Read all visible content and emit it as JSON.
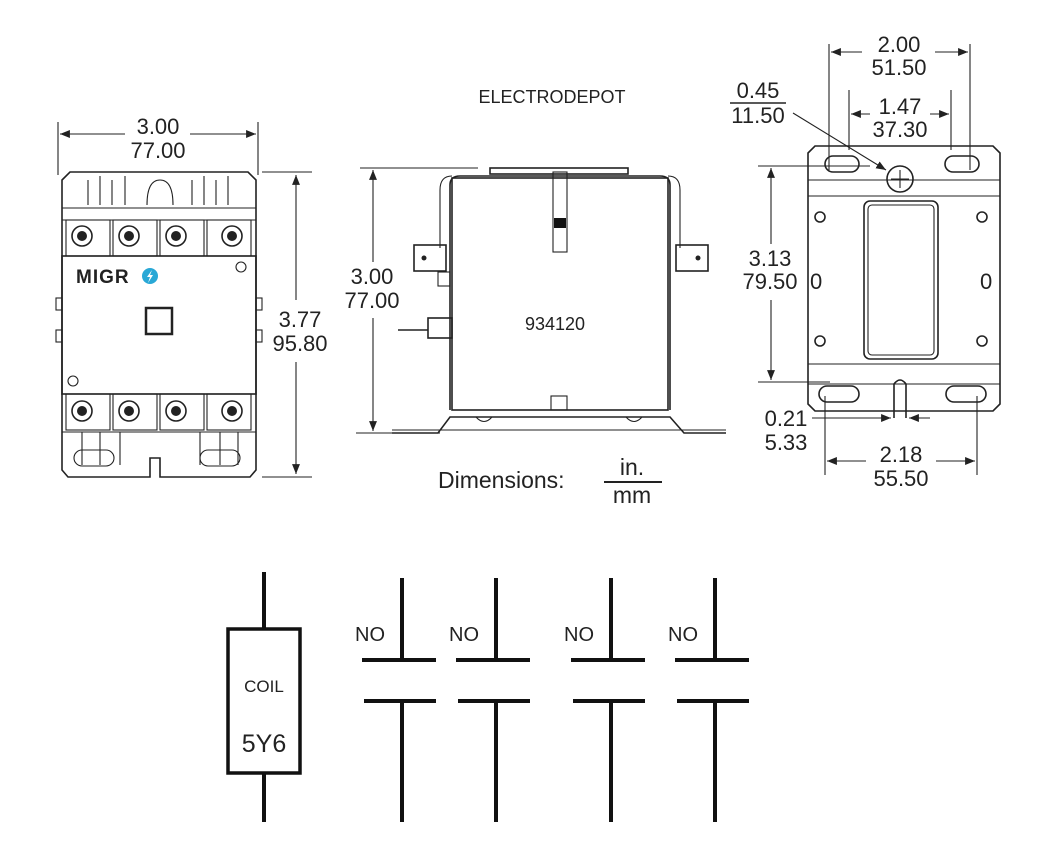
{
  "brand": {
    "watermark": "ELECTRODEPOT",
    "logo_text": "MIGR",
    "logo_accent_color": "#29a8d6",
    "logo_icon": "bolt-icon"
  },
  "front_view": {
    "width_in": "3.00",
    "width_mm": "77.00",
    "height_in": "3.77",
    "height_mm": "95.80"
  },
  "side_view": {
    "height_in": "3.00",
    "height_mm": "77.00",
    "part_number": "934120"
  },
  "dimensions_legend": {
    "label": "Dimensions:",
    "numerator": "in.",
    "denominator": "mm"
  },
  "base_view": {
    "outer_slot_in": "2.00",
    "outer_slot_mm": "51.50",
    "inner_slot_in": "1.47",
    "inner_slot_mm": "37.30",
    "keyhole_in": "0.45",
    "keyhole_mm": "11.50",
    "height_in": "3.13",
    "height_mm": "79.50",
    "side_mark_left": "0",
    "side_mark_right": "0",
    "gap_in": "0.21",
    "gap_mm": "5.33",
    "bottom_slot_in": "2.18",
    "bottom_slot_mm": "55.50"
  },
  "schematic": {
    "coil_label": "COIL",
    "coil_code": "5Y6",
    "contacts": [
      {
        "label": "NO"
      },
      {
        "label": "NO"
      },
      {
        "label": "NO"
      },
      {
        "label": "NO"
      }
    ]
  }
}
